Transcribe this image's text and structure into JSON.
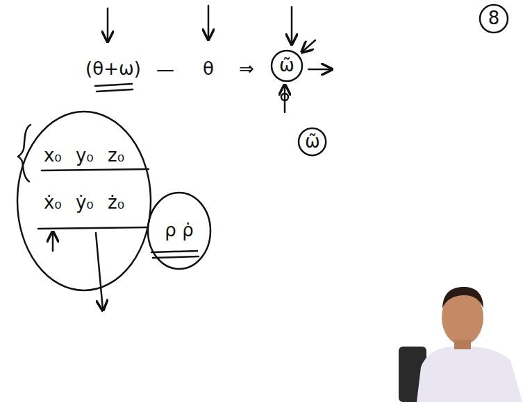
{
  "diagram": {
    "nodes": [
      {
        "text": [
          "8"
        ]
      },
      {
        "text": [
          "ω̃"
        ]
      },
      {
        "text": [
          "ω̃"
        ]
      },
      {
        "text": [
          "x₀ y₀ z₀",
          "ẋ₀ ẏ₀ ż₀"
        ]
      },
      {
        "text": [
          "ρ ρ̇"
        ]
      }
    ],
    "labels": [
      "(θ+ω)",
      "—",
      "θ",
      "⇒"
    ]
  }
}
